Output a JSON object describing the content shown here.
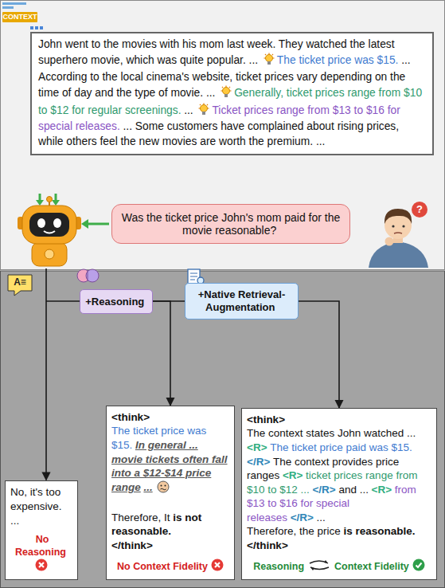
{
  "diagram": {
    "nodes": [
      {
        "text": [
          "John went to the movies with his mom last week. They watched the latest superhero movie, which was quite popular. ...",
          "The ticket price was $15.",
          "... According to the local cinema's website, ticket prices vary depending on the time of day and the type of movie. ...",
          "Generally, ticket prices range from $10 to $12 for regular screenings.",
          "...",
          "Ticket prices range from $13 to $16 for special releases.",
          "... Some customers have complained about rising prices, while others feel the new movies are worth the premium. ..."
        ]
      },
      {
        "text": [
          "Was the ticket price John's mom paid for the movie reasonable?"
        ]
      },
      {
        "text": [
          "+Reasoning"
        ]
      },
      {
        "text": [
          "+Native Retrieval-Augmentation"
        ]
      },
      {
        "text": [
          "No, it's too expensive. ...",
          "No Reasoning"
        ]
      },
      {
        "text": [
          "<think>",
          "The ticket price was $15.",
          "In general ... movie tickets often fall into a $12-$14 price range",
          "...",
          "Therefore, It",
          "is not reasonable.",
          "</think>",
          "No Context Fidelity"
        ]
      },
      {
        "text": [
          "<think>",
          "The context states John watched ...",
          "<R>",
          "The ticket price paid was $15.",
          "</R>",
          "The context provides price ranges",
          "<R>",
          "ticket prices range from $10 to $12 ...",
          "</R>",
          "and ...",
          "<R>",
          "from $13 to $16 for special releases",
          "</R>",
          "...",
          "Therefore, the price",
          "is reasonable.",
          "</think>",
          "Reasoning",
          "Context Fidelity"
        ]
      }
    ],
    "edges": [
      {
        "from": 2,
        "to": 3,
        "arrow": "none"
      },
      {
        "from": 2,
        "to": 5,
        "arrow": "to"
      },
      {
        "from": 3,
        "to": 6,
        "arrow": "to"
      }
    ],
    "labels": [
      "CONTEXT",
      "A≡",
      "?"
    ]
  }
}
